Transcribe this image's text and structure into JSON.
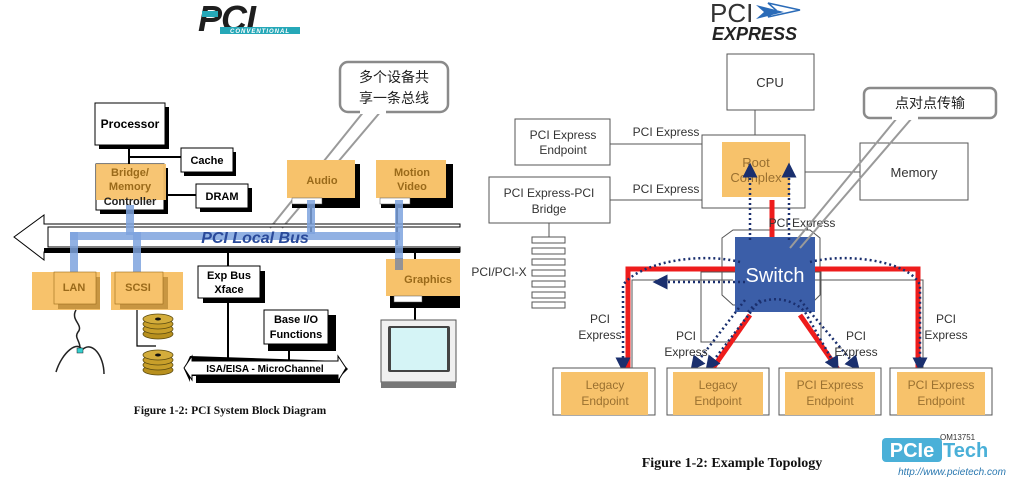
{
  "left": {
    "logo": {
      "main": "PCI",
      "sub": "CONVENTIONAL"
    },
    "callout": {
      "line1": "多个设备共",
      "line2": "享一条总线"
    },
    "blocks": {
      "processor": "Processor",
      "cache": "Cache",
      "bridge": [
        "Bridge/",
        "Memory",
        "Controller"
      ],
      "dram": "DRAM",
      "audio": "Audio",
      "motion_video": [
        "Motion",
        "Video"
      ],
      "lan": "LAN",
      "scsi": "SCSI",
      "exp_bus": [
        "Exp Bus",
        "Xface"
      ],
      "base_io": [
        "Base I/O",
        "Functions"
      ],
      "graphics": "Graphics"
    },
    "bus_label": "PCI Local Bus",
    "isa_bus_label": "ISA/EISA  -  MicroChannel",
    "caption": "Figure 1-2:  PCI System Block Diagram",
    "colors": {
      "orange": "#f7c26b",
      "orange_text": "#9a6a1a",
      "bus_blue": "#7ea3de",
      "bus_text": "#2a4a9a"
    }
  },
  "right": {
    "logo": {
      "main": "PCI",
      "sub": "EXPRESS"
    },
    "callout": {
      "line1": "点对点传输"
    },
    "blocks": {
      "cpu": "CPU",
      "pcie_endpoint": [
        "PCI Express",
        "Endpoint"
      ],
      "pcie_pci_bridge": [
        "PCI Express-PCI",
        "Bridge"
      ],
      "root_complex": [
        "Root",
        "Complex"
      ],
      "memory": "Memory",
      "switch": "Switch",
      "pci_pcix": "PCI/PCI-X"
    },
    "link_labels": {
      "endpoint_link": "PCI Express",
      "bridge_link": "PCI Express",
      "root_switch_link": "PCI Express",
      "link1": [
        "PCI",
        "Express"
      ],
      "link2": [
        "PCI",
        "Express"
      ],
      "link3": [
        "PCI",
        "Express"
      ],
      "link4": [
        "PCI",
        "Express"
      ]
    },
    "endpoints": [
      [
        "Legacy",
        "Endpoint"
      ],
      [
        "Legacy",
        "Endpoint"
      ],
      [
        "PCI Express",
        "Endpoint"
      ],
      [
        "PCI Express",
        "Endpoint"
      ]
    ],
    "caption": "Figure 1-2:  Example Topology",
    "om_code": "OM13751",
    "watermark": {
      "name_part1": "PCIe",
      "name_part2": "Tech",
      "url": "http://www.pcietech.com"
    },
    "colors": {
      "switch_blue": "#3b5ea8",
      "red": "#ee1c1c",
      "dots": "#1a2f6e",
      "orange": "#f7c26b",
      "orange_text": "#9a7030"
    }
  }
}
